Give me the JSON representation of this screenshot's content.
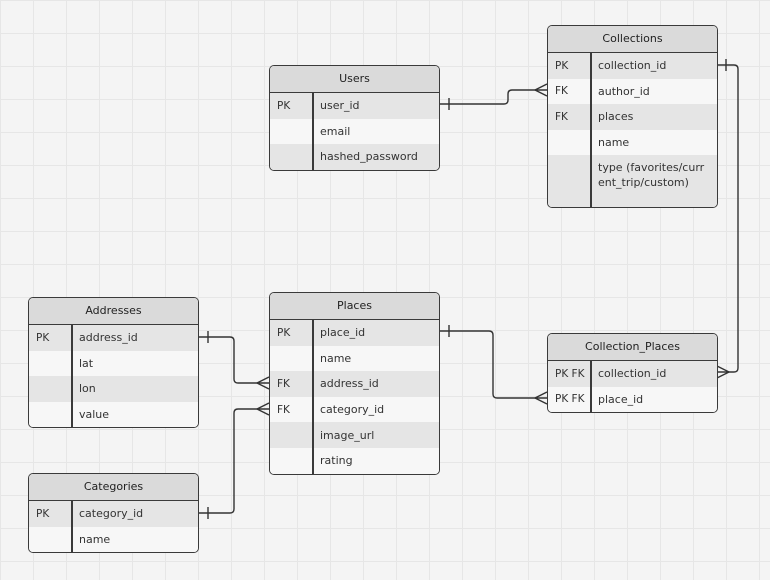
{
  "entities": {
    "users": {
      "title": "Users",
      "rows": [
        {
          "key": "PK",
          "field": "user_id"
        },
        {
          "key": "",
          "field": "email"
        },
        {
          "key": "",
          "field": "hashed_password"
        }
      ]
    },
    "collections": {
      "title": "Collections",
      "rows": [
        {
          "key": "PK",
          "field": "collection_id"
        },
        {
          "key": "FK",
          "field": "author_id"
        },
        {
          "key": "FK",
          "field": "places"
        },
        {
          "key": "",
          "field": "name"
        },
        {
          "key": "",
          "field": "type (favorites/current_trip/custom)"
        }
      ]
    },
    "addresses": {
      "title": "Addresses",
      "rows": [
        {
          "key": "PK",
          "field": "address_id"
        },
        {
          "key": "",
          "field": "lat"
        },
        {
          "key": "",
          "field": "lon"
        },
        {
          "key": "",
          "field": "value"
        }
      ]
    },
    "places": {
      "title": "Places",
      "rows": [
        {
          "key": "PK",
          "field": "place_id"
        },
        {
          "key": "",
          "field": "name"
        },
        {
          "key": "FK",
          "field": "address_id"
        },
        {
          "key": "FK",
          "field": "category_id"
        },
        {
          "key": "",
          "field": "image_url"
        },
        {
          "key": "",
          "field": "rating"
        }
      ]
    },
    "categories": {
      "title": "Categories",
      "rows": [
        {
          "key": "PK",
          "field": "category_id"
        },
        {
          "key": "",
          "field": "name"
        }
      ]
    },
    "collection_places": {
      "title": "Collection_Places",
      "rows": [
        {
          "key": "PK FK",
          "field": "collection_id"
        },
        {
          "key": "PK FK",
          "field": "place_id"
        }
      ]
    }
  },
  "relationships": [
    {
      "from": "users.user_id",
      "to": "collections.author_id",
      "from_cardinality": "one",
      "to_cardinality": "many"
    },
    {
      "from": "collections.collection_id",
      "to": "collection_places.collection_id",
      "from_cardinality": "one",
      "to_cardinality": "many"
    },
    {
      "from": "places.place_id",
      "to": "collection_places.place_id",
      "from_cardinality": "one",
      "to_cardinality": "many"
    },
    {
      "from": "addresses.address_id",
      "to": "places.address_id",
      "from_cardinality": "one",
      "to_cardinality": "many"
    },
    {
      "from": "categories.category_id",
      "to": "places.category_id",
      "from_cardinality": "one",
      "to_cardinality": "many"
    }
  ],
  "colors": {
    "header_fill": "#dadada",
    "row_light": "#f7f7f7",
    "row_dark": "#e5e5e5",
    "border": "#3a3a3a",
    "canvas": "#f4f4f4",
    "grid": "#e6e6e6"
  }
}
